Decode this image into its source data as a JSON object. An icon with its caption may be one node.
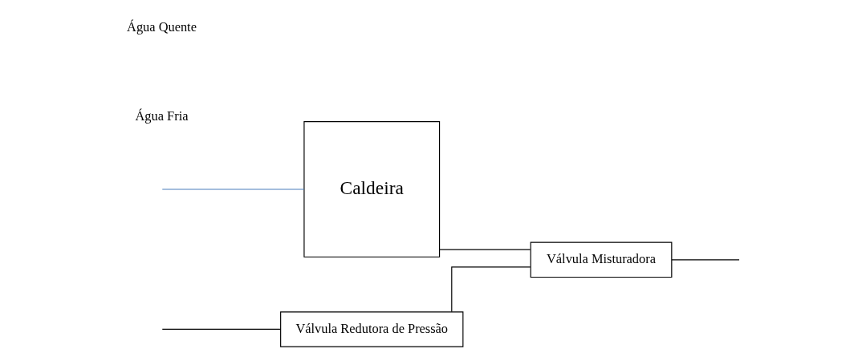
{
  "diagram": {
    "nodes": [
      {
        "text": [
          "Válvula Redutora de Pressão"
        ]
      },
      {
        "text": [
          "Válvula Misturadora"
        ]
      },
      {
        "text": [
          "Caldeira"
        ]
      }
    ],
    "edges": [
      {
        "from": null,
        "to": 0,
        "arrow": "none"
      },
      {
        "from": null,
        "to": 2,
        "arrow": "none",
        "color": "#4a7ebb"
      },
      {
        "from": 0,
        "to": 1,
        "arrow": "none"
      },
      {
        "from": 2,
        "to": 1,
        "arrow": "none"
      },
      {
        "from": 1,
        "to": null,
        "arrow": "none"
      }
    ],
    "labels": [
      "Água Fria",
      "Água Quente"
    ]
  }
}
